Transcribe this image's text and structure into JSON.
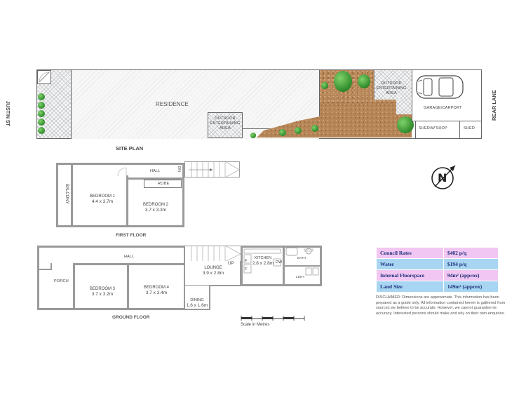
{
  "site_plan": {
    "title": "SITE PLAN",
    "street_left": "JUSTIN ST",
    "street_right": "REAR LANE",
    "residence": "RESIDENCE",
    "outdoor_area_rear": "OUTDOOR ENTERTAINING AREA",
    "outdoor_area_middle": "OUTDOOR ENTERTAINING AREA",
    "garage": "GARAGE/CARPORT",
    "shed_workshop": "SHED/W'SHOP",
    "shed": "SHED"
  },
  "first_floor": {
    "title": "FIRST FLOOR",
    "balcony": "BALCONY",
    "bedroom1_name": "BEDROOM 1",
    "bedroom1_size": "4.4 x 3.7m",
    "bedroom2_name": "BEDROOM 2",
    "bedroom2_size": "3.7 x 3.3m",
    "hall": "HALL",
    "robe": "ROBE",
    "dn": "DN"
  },
  "ground_floor": {
    "title": "GROUND FLOOR",
    "hall": "HALL",
    "porch": "PORCH",
    "bedroom3_name": "BEDROOM 3",
    "bedroom3_size": "3.7 x 3.2m",
    "bedroom4_name": "BEDROOM 4",
    "bedroom4_size": "3.7 x 3.4m",
    "lounge_name": "LOUNGE",
    "lounge_size": "3.9 x 2.8m",
    "dining_name": "DINING",
    "dining_size": "1.6 x 1.6m",
    "kitchen_name": "KITCHEN",
    "kitchen_size": "2.8 x 2.8m",
    "up": "UP",
    "bath": "BATH",
    "ldry": "LDRY",
    "f1": "F",
    "f2": "F",
    "dw": "DW"
  },
  "scale_label": "Scale in Metres",
  "compass_letter": "N",
  "info": {
    "rows": [
      {
        "label": "Council Rates",
        "value": "$402 p/q"
      },
      {
        "label": "Water",
        "value": "$194 p/q"
      },
      {
        "label": "Internal Floorspace",
        "value": "94m² (approx)"
      },
      {
        "label": "Land Size",
        "value": "149m² (approx)"
      }
    ]
  },
  "disclaimer": "DISCLAIMER: Dimensions are approximate. This information has been prepared as a guide only. All information contained herein is gathered from sources we believe to be accurate. However, we cannot guarantee its accuracy. Interested persons should make and rely on their own enquiries.",
  "colors": {
    "pink_row": "#f2c6f2",
    "blue_row": "#a8d6f2",
    "table_text": "#1b2f7a",
    "soil": "#b78658",
    "bush": "#2f8a2a"
  }
}
